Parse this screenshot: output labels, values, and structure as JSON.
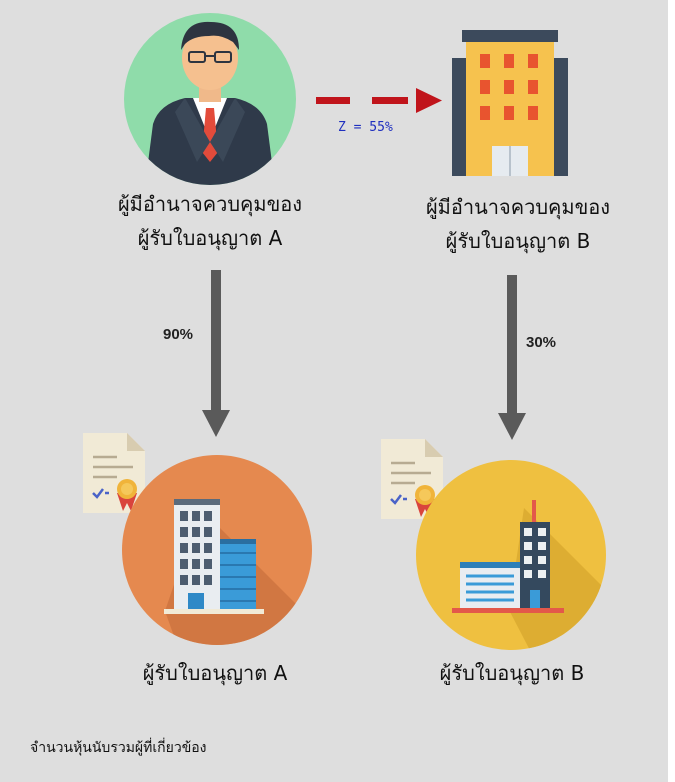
{
  "nodes": {
    "controller_a": {
      "line1": "ผู้มีอำนาจควบคุมของ",
      "line2": "ผู้รับใบอนุญาต A"
    },
    "controller_b": {
      "line1": "ผู้มีอำนาจควบคุมของ",
      "line2": "ผู้รับใบอนุญาต B"
    },
    "licensee_a": {
      "label": "ผู้รับใบอนุญาต A"
    },
    "licensee_b": {
      "label": "ผู้รับใบอนุญาต B"
    }
  },
  "edges": {
    "controller_link": {
      "label": "Z = 55%"
    },
    "a_holding": {
      "label": "90%"
    },
    "b_holding": {
      "label": "30%"
    }
  },
  "footer": {
    "note": "จำนวนหุ้นนับรวมผู้ที่เกี่ยวข้อง"
  },
  "colors": {
    "panel": "#dedede",
    "arrow_dark": "#5a5a5a",
    "arrow_dashed": "#c0141b",
    "z_text": "#1f2fbf",
    "person_circle": "#8fdcaa",
    "licensee_a_circle": "#e5894f",
    "licensee_b_circle": "#efc040"
  }
}
